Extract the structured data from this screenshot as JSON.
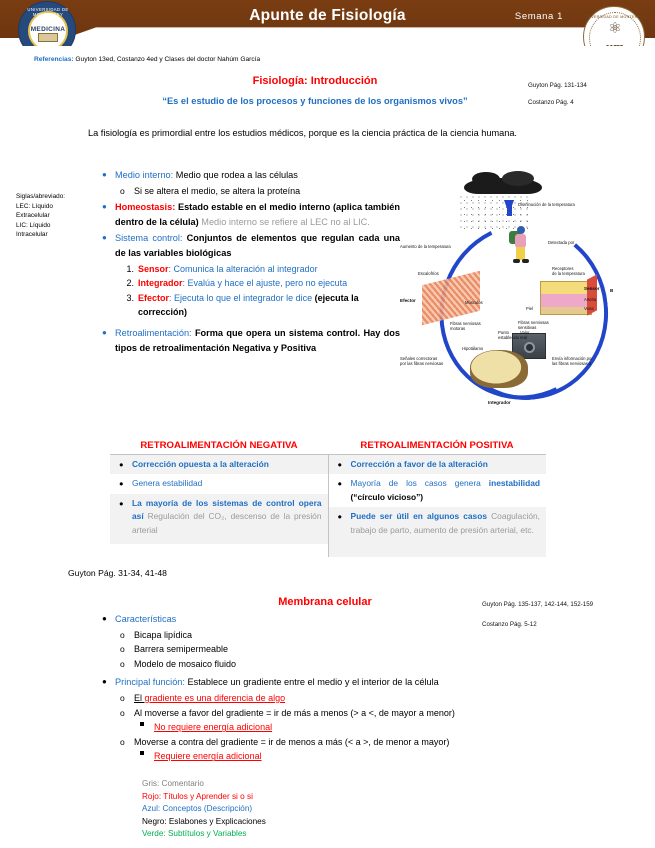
{
  "header": {
    "title": "Apunte de Fisiología",
    "week": "Semana 1",
    "left_seal_arc": "UNIVERSIDAD DE MONTERREY",
    "left_seal_text": "MEDICINA",
    "right_seal_arc": "UNIVERSIDAD DE MONTERREY",
    "right_seal_text": "um",
    "band_color": "#7a3d12"
  },
  "references": {
    "label": "Referencias:",
    "text": " Guyton 13ed, Costanzo 4ed y Clases del doctor Nahúm García"
  },
  "section1": {
    "title": "Fisiología: Introducción",
    "subtitle": "“Es el estudio de los procesos y funciones de los organismos vivos”",
    "ref_guyton": "Guyton Pág. 131-134",
    "ref_costanzo": "Costanzo Pág. 4",
    "intro": "La fisiología es primordial entre los estudios médicos, porque es la ciencia práctica de la ciencia humana.",
    "abbrev": "Siglas/abreviado:\nLEC: Líquido\nExtracelular\nLIC: Líquido\nIntracelular",
    "bullets": [
      {
        "term": "Medio interno:",
        "def": " Medio que rodea a las células",
        "subs": [
          {
            "text": "Si se altera el medio, se altera la proteína"
          }
        ]
      },
      {
        "term": "Homeostasis:",
        "term_color": "red",
        "def": " Estado estable en el medio interno (aplica también dentro de la célula)",
        "comment": " Medio interno se refiere al LEC no al LIC.",
        "subs": []
      },
      {
        "term": "Sistema control:",
        "def": " Conjuntos de elementos que regulan cada una de las variables biológicas",
        "numbered": [
          {
            "n": "1.",
            "term": "Sensor",
            "def": ": Comunica la alteración al integrador"
          },
          {
            "n": "2.",
            "term": "Integrador",
            "def": ": Evalúa y hace el ajuste, pero no ejecuta"
          },
          {
            "n": "3.",
            "term": "Efector",
            "def": ": Ejecuta lo que el integrador le dice",
            "tail": " (ejecuta la corrección)"
          }
        ]
      },
      {
        "term": "Retroalimentación:",
        "def": " Forma que opera un sistema control. Hay dos tipos de retroalimentación ",
        "bold_tail": "Negativa y Positiva"
      }
    ]
  },
  "diagram": {
    "name": "termorregulacion-feedback-loop",
    "labels": {
      "disminucion": "Disminución de la temperatura",
      "detectada": "Detectada por",
      "receptores": "Receptores\nde la temperatura",
      "sensor": "Sensor",
      "arteria": "Arteria",
      "vena": "Vena",
      "piel": "Piel",
      "b": "B",
      "fibras_sensitivas": "Fibras nerviosas\nsensitivas",
      "envia": "Envía información por\nlas fibras nerviosas a",
      "punto": "Punto\nestablecido",
      "valor": "Valor\nreal",
      "hipotalamo": "Hipotálamo",
      "integrador": "Integrador",
      "senales": "Señales correctoras\npor las fibras nerviosas",
      "fibras_motoras": "Fibras nerviosas\nmotoras",
      "musculos": "Músculos",
      "escalofrios": "Escalofríos",
      "efector": "Efector",
      "aumento": "Aumento de la temperatura"
    }
  },
  "table": {
    "headers": [
      "RETROALIMENTACIÓN NEGATIVA",
      "RETROALIMENTACIÓN POSITIVA"
    ],
    "negative": [
      {
        "shade": true,
        "blue_bold": "Corrección opuesta a la alteración"
      },
      {
        "shade": false,
        "blue": "Genera estabilidad"
      },
      {
        "shade": true,
        "blue_bold": "La mayoría de los sistemas de control opera así",
        "gray": " Regulación del CO₂, descenso de la presión arterial"
      }
    ],
    "positive": [
      {
        "shade": true,
        "blue_bold": "Corrección a favor de la alteración"
      },
      {
        "shade": false,
        "blue": "Mayoría de los casos genera ",
        "blue_bold2": "inestabilidad",
        "black": " (“círculo vicioso”)"
      },
      {
        "shade": true,
        "blue_bold": "Puede ser útil en algunos casos",
        "gray": " Coagulación, trabajo de parto, aumento de presión arterial, etc."
      }
    ]
  },
  "section2": {
    "guyton_note": "Guyton Pág. 31-34, 41-48",
    "title": "Membrana celular",
    "ref_guyton": "Guyton Pág. 135-137, 142-144, 152-159",
    "ref_costanzo": "Costanzo Pág. 5-12",
    "bullets": [
      {
        "term": "Características",
        "subs": [
          {
            "text": "Bicapa lipídica"
          },
          {
            "text": "Barrera semipermeable"
          },
          {
            "text": "Modelo de mosaico fluido"
          }
        ]
      },
      {
        "term": "Principal función:",
        "def": " Establece un gradiente entre el medio y el interior de la célula",
        "subs": [
          {
            "text_black": "El ",
            "text_red": "gradiente es una diferencia de algo",
            "underline": true
          },
          {
            "text": "Al moverse a favor del gradiente = ir de más a menos (> a <, de mayor a menor)",
            "square": {
              "text": "No requiere energía adicional",
              "color": "red"
            }
          },
          {
            "text": "Moverse a contra del gradiente = ir de menos a más (< a >, de menor a mayor)",
            "square": {
              "text": "Requiere energía adicional",
              "color": "red"
            }
          }
        ]
      }
    ]
  },
  "legend": {
    "lines": [
      {
        "text": "Gris: Comentario",
        "color": "#808080"
      },
      {
        "text": "Rojo: Títulos y Aprender si o si",
        "color": "#FF0000"
      },
      {
        "text": "Azul: Conceptos (Descripción)",
        "color": "#1F6FC4"
      },
      {
        "text": "Negro: Eslabones y Explicaciones",
        "color": "#000000"
      },
      {
        "text": "Verde: Subtítulos y Variables",
        "color": "#00B050"
      }
    ]
  }
}
